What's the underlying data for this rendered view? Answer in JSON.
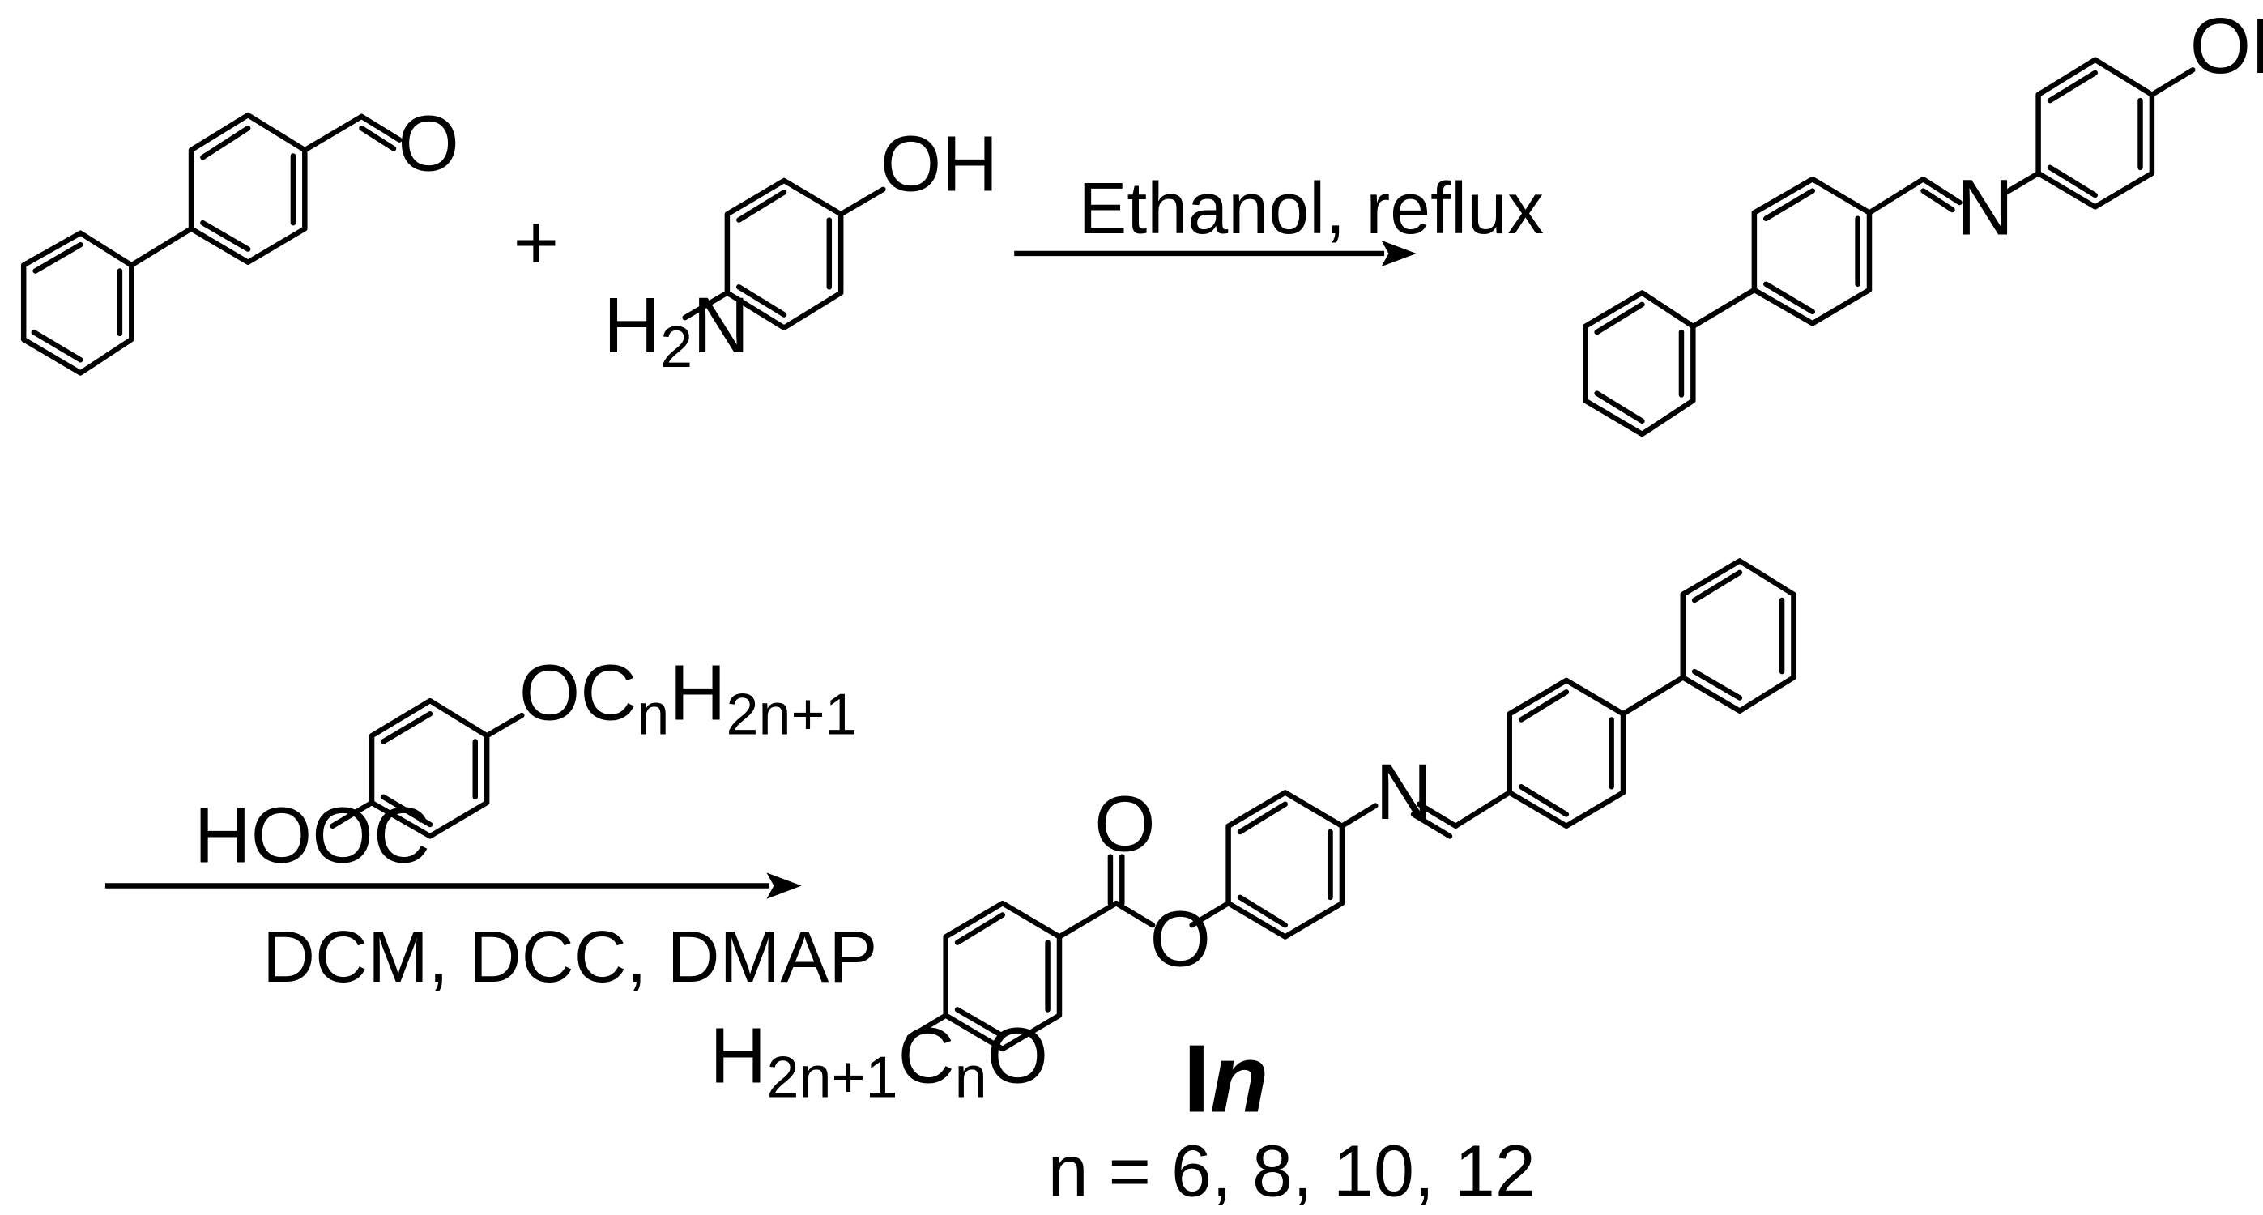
{
  "labels": {
    "oxygen": "O",
    "nitrogen": "N",
    "hydroxyl": "OH",
    "plus": "+",
    "amine_h": "H",
    "amine_sub": "2",
    "amine_n": "N",
    "hooc": "HOOC",
    "alkoxy_oc": "OC",
    "alkoxy_n": "n",
    "alkoxy_h": "H",
    "alkoxy_sub": "2n+1",
    "product_h": "H",
    "product_sub1": "2n+1",
    "product_c": "C",
    "product_sub2": "n",
    "product_o": "O"
  },
  "conditions": {
    "step1": "Ethanol, reflux",
    "step2": "DCM, DCC, DMAP"
  },
  "compound": {
    "prefix": "I",
    "variable": "n",
    "values": "n = 6, 8, 10, 12"
  }
}
